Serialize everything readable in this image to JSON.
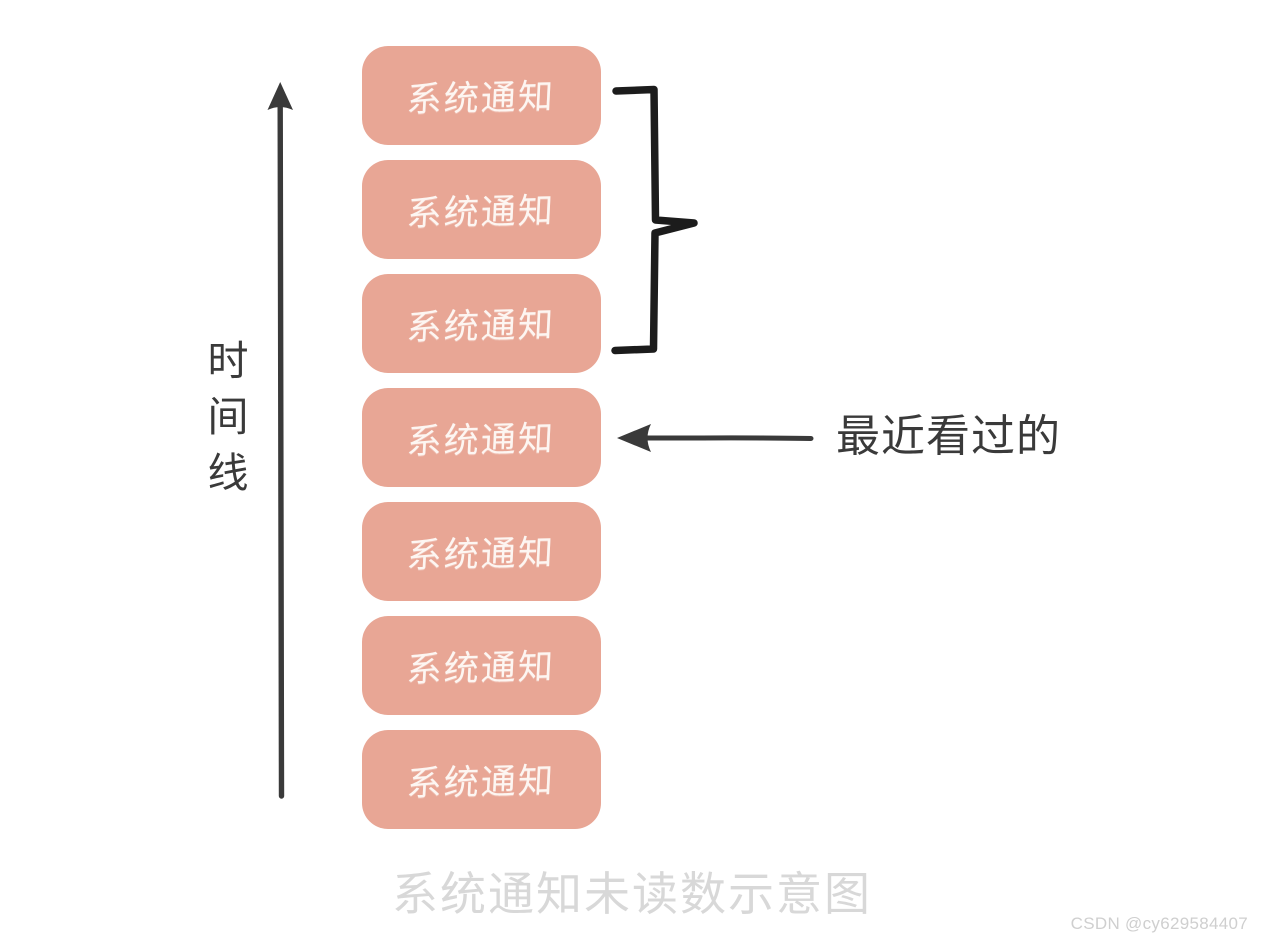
{
  "diagram": {
    "caption": "系统通知未读数示意图",
    "watermark": "CSDN @cy629584407",
    "colors": {
      "pill_fill": "#e8a695",
      "pill_text": "#fdf6f2",
      "ink": "#3a3a3a",
      "caption_text": "#d8d8d8",
      "background": "#ffffff"
    },
    "timeline": {
      "label_chars": [
        "时",
        "间",
        "线"
      ],
      "label_text": "时间线",
      "direction": "up",
      "axis_icon": "up-arrow-axis-icon"
    },
    "items": [
      {
        "label": "系统通知"
      },
      {
        "label": "系统通知"
      },
      {
        "label": "系统通知"
      },
      {
        "label": "系统通知"
      },
      {
        "label": "系统通知"
      },
      {
        "label": "系统通知"
      },
      {
        "label": "系统通知"
      }
    ],
    "annotations": {
      "brace": {
        "icon": "curly-brace-icon",
        "spans_items": [
          1,
          2,
          3
        ],
        "label": ""
      },
      "arrow": {
        "icon": "left-arrow-icon",
        "points_to_item": 4,
        "label": "最近看过的"
      }
    }
  }
}
